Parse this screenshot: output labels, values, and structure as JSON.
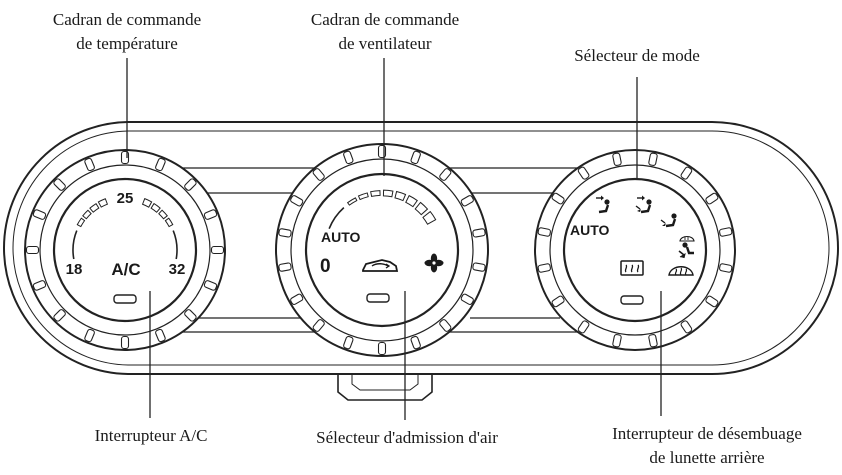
{
  "callouts": {
    "temp_dial": [
      "Cadran de commande",
      "de température"
    ],
    "fan_dial": [
      "Cadran de commande",
      "de ventilateur"
    ],
    "mode_selector": "Sélecteur de mode",
    "ac_switch": "Interrupteur A/C",
    "air_intake": "Sélecteur d'admission d'air",
    "rear_defog": [
      "Interrupteur de désembuage",
      "de lunette arrière"
    ]
  },
  "temp_dial": {
    "min": "18",
    "mid": "25",
    "max": "32",
    "ac": "A/C"
  },
  "fan_dial": {
    "auto": "AUTO",
    "zero": "0"
  },
  "mode_dial": {
    "auto": "AUTO"
  },
  "icons": {
    "fan": "fan-icon",
    "recirc": "air-recirculation-icon",
    "rear_defog": "rear-defog-icon",
    "front_defog": "front-defrost-icon",
    "vent_face": "vent-face-icon",
    "vent_bilevel": "vent-bilevel-icon",
    "vent_floor": "vent-floor-icon",
    "vent_floor_defrost": "vent-floor-defrost-icon"
  }
}
